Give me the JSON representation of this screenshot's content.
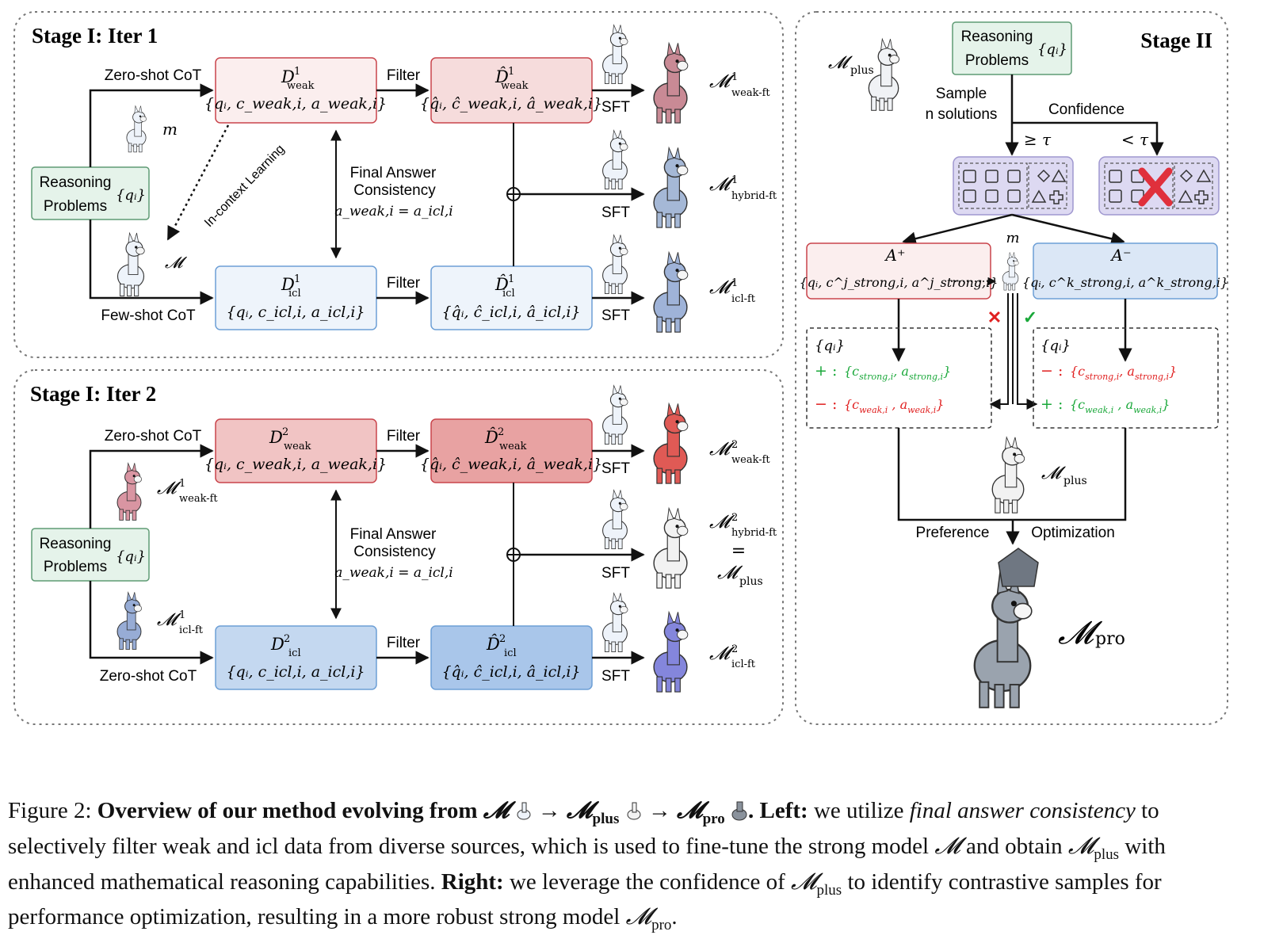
{
  "stage1_iter1": {
    "title": "Stage I: Iter 1",
    "zero_shot": "Zero-shot CoT",
    "few_shot": "Few-shot CoT",
    "problems": [
      "Reasoning",
      "Problems"
    ],
    "q": "{qᵢ}",
    "m_small": "m",
    "m_big": "𝓜",
    "icl_learning": "In-context Learning",
    "filter": "Filter",
    "final_answer": [
      "Final Answer",
      "Consistency"
    ],
    "consistency_eq": "a_weak,i = a_icl,i",
    "d_weak": {
      "name": "D",
      "sup": "1",
      "sub": "weak",
      "set": "{qᵢ, c_weak,i, a_weak,i}"
    },
    "d_weak_hat": {
      "name": "D̂",
      "sup": "1",
      "sub": "weak",
      "set": "{q̂ᵢ, ĉ_weak,i, â_weak,i}"
    },
    "d_icl": {
      "name": "D",
      "sup": "1",
      "sub": "icl",
      "set": "{qᵢ, c_icl,i, a_icl,i}"
    },
    "d_icl_hat": {
      "name": "D̂",
      "sup": "1",
      "sub": "icl",
      "set": "{q̂ᵢ, ĉ_icl,i, â_icl,i}"
    },
    "sft": "SFT",
    "outputs": [
      {
        "sup": "1",
        "sub": "weak-ft"
      },
      {
        "sup": "1",
        "sub": "hybrid-ft"
      },
      {
        "sup": "1",
        "sub": "icl-ft"
      }
    ]
  },
  "stage1_iter2": {
    "title": "Stage I: Iter 2",
    "zero_shot_top": "Zero-shot CoT",
    "zero_shot_bottom": "Zero-shot CoT",
    "problems": [
      "Reasoning",
      "Problems"
    ],
    "q": "{qᵢ}",
    "m_weak_ft": {
      "sup": "1",
      "sub": "weak-ft"
    },
    "m_icl_ft": {
      "sup": "1",
      "sub": "icl-ft"
    },
    "filter": "Filter",
    "final_answer": [
      "Final Answer",
      "Consistency"
    ],
    "d_weak": {
      "name": "D",
      "sup": "2",
      "sub": "weak"
    },
    "d_weak_hat": {
      "name": "D̂",
      "sup": "2",
      "sub": "weak"
    },
    "d_icl": {
      "name": "D",
      "sup": "2",
      "sub": "icl"
    },
    "d_icl_hat": {
      "name": "D̂",
      "sup": "2",
      "sub": "icl"
    },
    "sft": "SFT",
    "outputs": [
      {
        "sup": "2",
        "sub": "weak-ft"
      },
      {
        "sup": "2",
        "sub": "hybrid-ft"
      },
      {
        "sup": "2",
        "sub": "icl-ft"
      }
    ],
    "equals": "=",
    "plus_sub": "plus"
  },
  "stage2": {
    "title": "Stage II",
    "m_plus": "plus",
    "problems": [
      "Reasoning",
      "Problems"
    ],
    "q": "{qᵢ}",
    "sample": [
      "Sample",
      "n solutions"
    ],
    "confidence": "Confidence",
    "ge_tau": "≥ τ",
    "lt_tau": "< τ",
    "m_small": "m",
    "a_plus": "A⁺",
    "a_minus": "A⁻",
    "a_plus_set": "{qᵢ, c^j_strong,i, a^j_strong,i}",
    "a_minus_set": "{qᵢ, c^k_strong,i, a^k_strong,i}",
    "left_q": "{qᵢ}",
    "right_q": "{qᵢ}",
    "plus_sign": "+ :",
    "minus_sign": "− :",
    "preference": "Preference",
    "optimization": "Optimization",
    "m_pro": "pro"
  },
  "caption": {
    "fig": "Figure 2:",
    "bold_title": "Overview of our method evolving from",
    "left_label": "Left:",
    "left_text_1": "we utilize",
    "left_italic": "final answer consistency",
    "left_text_2": "to",
    "line2": "selectively filter weak and icl data from diverse sources, which is used to fine-tune the strong model",
    "line2_end": "and obtain",
    "line2_with": "with",
    "line3_a": "enhanced mathematical reasoning capabilities.",
    "right_label": "Right:",
    "line3_b": "we leverage the confidence of",
    "line3_c": "to identify contrastive samples for",
    "line4": "performance optimization, resulting in a more robust strong model",
    "plus": "plus",
    "pro": "pro"
  },
  "colors": {
    "weak_pink": "#fbeeee",
    "weak_pink_border": "#c9444b",
    "weak_hat_pink": "#f6dcdc",
    "iter2_weak": "#f1c4c4",
    "iter2_weak_hat": "#e8a2a2",
    "icl_blue": "#eef4fb",
    "icl_blue_border": "#6d9fd6",
    "iter2_icl": "#c4d8f0",
    "iter2_icl_hat": "#a9c6ea",
    "green_box": "#e5f3ea",
    "green_border": "#5f9b74",
    "purple_box": "#ddd9f2",
    "green_text": "#1aa83a",
    "red_text": "#e02020"
  }
}
